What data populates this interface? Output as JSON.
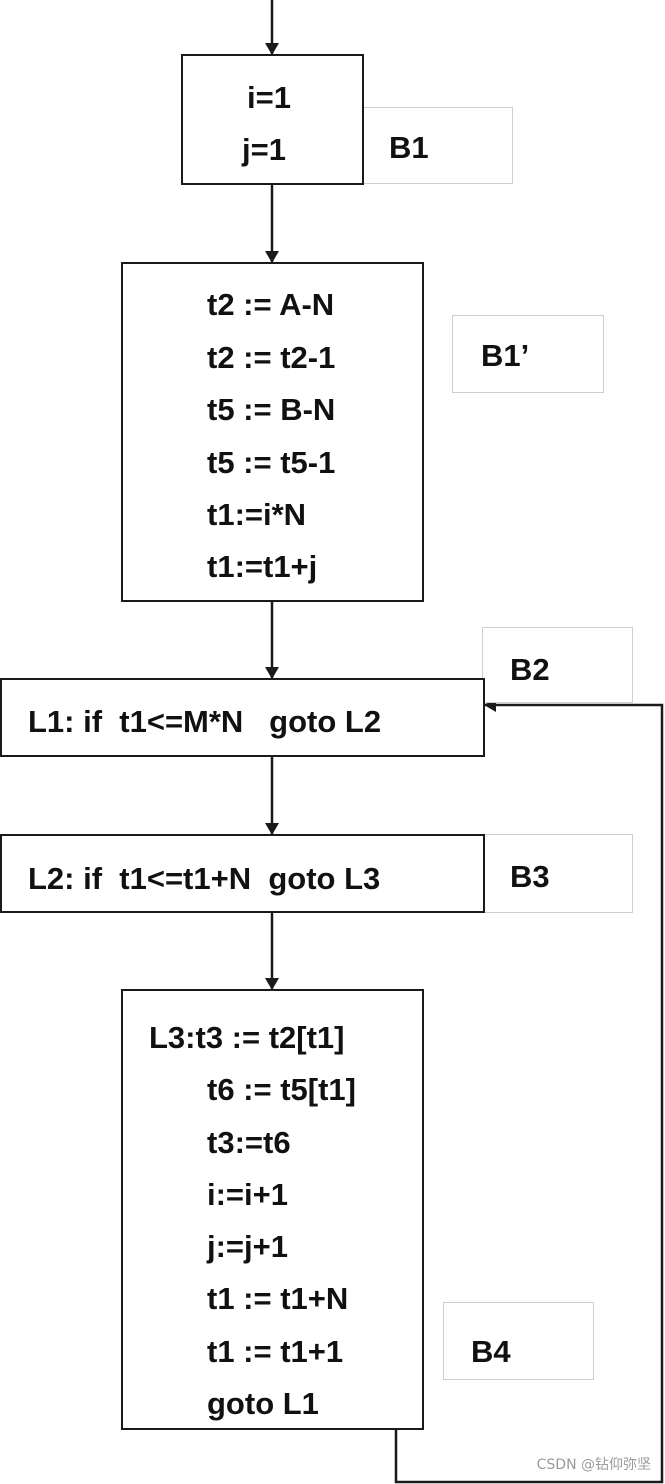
{
  "blocks": {
    "b1": {
      "label": "B1",
      "lines": [
        "i=1",
        "j=1"
      ]
    },
    "b1p": {
      "label": "B1’",
      "lines": [
        "t2 := A-N",
        "t2 := t2-1",
        "t5 := B-N",
        "t5 := t5-1",
        "t1:=i*N",
        "t1:=t1+j"
      ]
    },
    "b2": {
      "label": "B2",
      "lines": [
        "L1: if  t1<=M*N   goto L2"
      ]
    },
    "b3": {
      "label": "B3",
      "lines": [
        "L2: if  t1<=t1+N  goto L3"
      ]
    },
    "b4": {
      "label": "B4",
      "lines": [
        "L3:t3 := t2[t1]",
        "t6 := t5[t1]",
        "t3:=t6",
        "i:=i+1",
        "j:=j+1",
        "t1 := t1+N",
        "t1 := t1+1",
        "goto L1"
      ]
    }
  },
  "watermark": "CSDN @钻仰弥坚"
}
